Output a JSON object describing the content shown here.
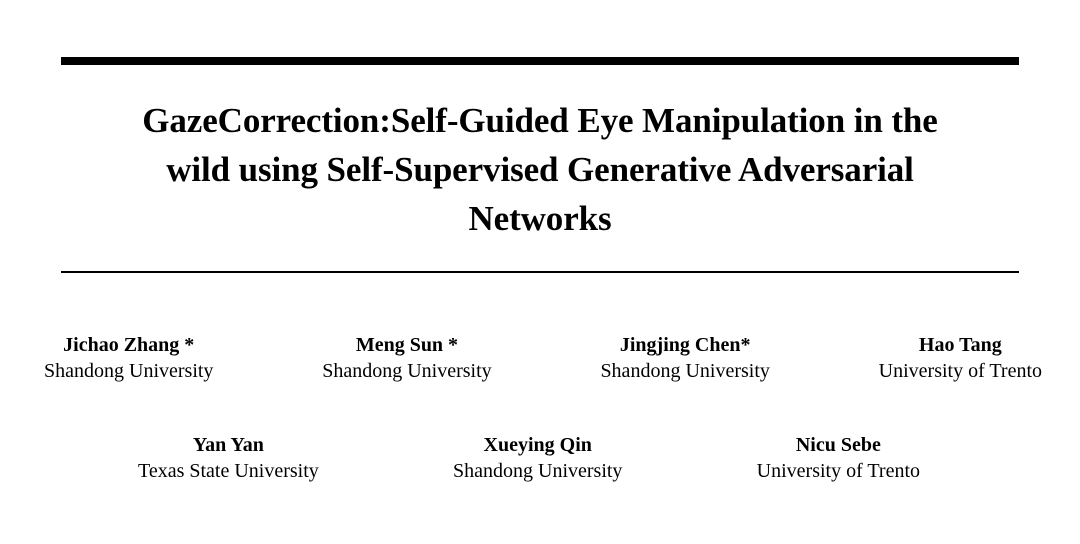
{
  "paper": {
    "title_lines": [
      "GazeCorrection:Self-Guided Eye Manipulation in the",
      "wild using Self-Supervised Generative Adversarial",
      "Networks"
    ],
    "author_rows": [
      [
        {
          "name": "Jichao Zhang *",
          "affiliation": "Shandong University"
        },
        {
          "name": "Meng Sun *",
          "affiliation": "Shandong University"
        },
        {
          "name": "Jingjing Chen*",
          "affiliation": "Shandong University"
        },
        {
          "name": "Hao Tang",
          "affiliation": "University of Trento"
        }
      ],
      [
        {
          "name": "Yan Yan",
          "affiliation": "Texas State University"
        },
        {
          "name": "Xueying Qin",
          "affiliation": "Shandong University"
        },
        {
          "name": "Nicu Sebe",
          "affiliation": "University of Trento"
        }
      ]
    ],
    "colors": {
      "text": "#000000",
      "background": "#ffffff",
      "rule": "#000000"
    }
  }
}
